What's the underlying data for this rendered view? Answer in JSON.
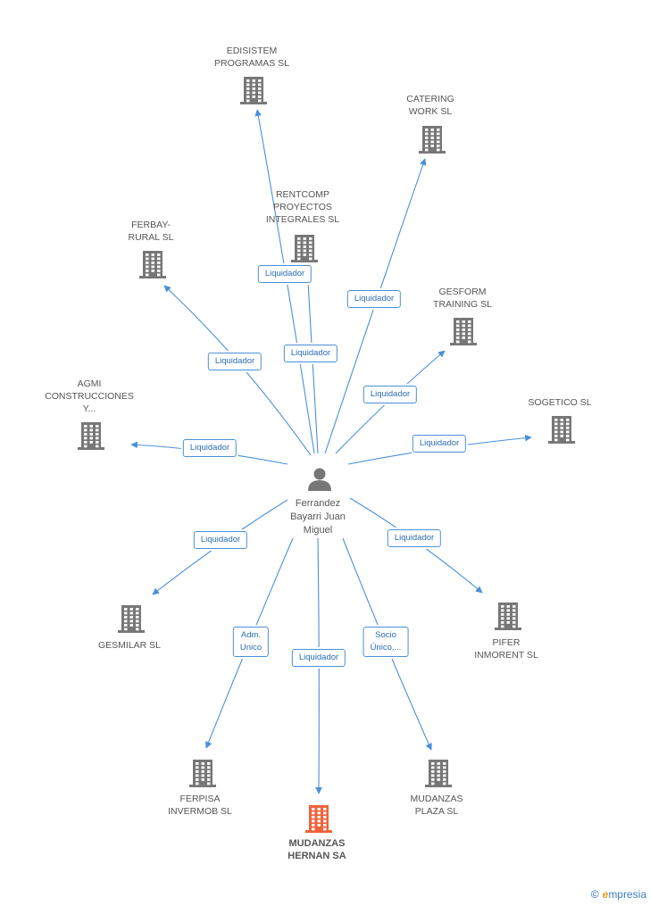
{
  "center": {
    "name": "Ferrandez\nBayarri Juan\nMiguel",
    "icon": "person-icon"
  },
  "nodes": [
    {
      "id": "edisistem",
      "name": "EDISISTEM\nPROGRAMAS SL",
      "icon": "building-icon",
      "relation": "Liquidador"
    },
    {
      "id": "catering",
      "name": "CATERING\nWORK SL",
      "icon": "building-icon",
      "relation": "Liquidador"
    },
    {
      "id": "rentcomp",
      "name": "RENTCOMP\nPROYECTOS\nINTEGRALES SL",
      "icon": "building-icon",
      "relation": "Liquidador"
    },
    {
      "id": "ferbay",
      "name": "FERBAY-\nRURAL SL",
      "icon": "building-icon",
      "relation": "Liquidador"
    },
    {
      "id": "gesform",
      "name": "GESFORM\nTRAINING SL",
      "icon": "building-icon",
      "relation": "Liquidador"
    },
    {
      "id": "agmi",
      "name": "AGMI\nCONSTRUCCIONES\nY...",
      "icon": "building-icon",
      "relation": "Liquidador"
    },
    {
      "id": "sogetico",
      "name": "SOGETICO SL",
      "icon": "building-icon",
      "relation": "Liquidador"
    },
    {
      "id": "gesmilar",
      "name": "GESMILAR SL",
      "icon": "building-icon",
      "relation": "Liquidador"
    },
    {
      "id": "pifer",
      "name": "PIFER\nINMORENT SL",
      "icon": "building-icon",
      "relation": "Liquidador"
    },
    {
      "id": "ferpisa",
      "name": "FERPISA\nINVERMOB SL",
      "icon": "building-icon",
      "relation": "Adm.\nUnico"
    },
    {
      "id": "mudanzas_hernan",
      "name": "MUDANZAS\nHERNAN SA",
      "icon": "building-icon",
      "relation": "Liquidador",
      "highlight": true
    },
    {
      "id": "mudanzas_plaza",
      "name": "MUDANZAS\nPLAZA SL",
      "icon": "building-icon",
      "relation": "Socio\nÚnico,..."
    }
  ],
  "colors": {
    "edge": "#4a90d9",
    "building": "#777777",
    "highlight": "#f0623a",
    "person": "#777777"
  },
  "brand": {
    "copyright": "©",
    "initial": "e",
    "rest": "mpresia"
  }
}
